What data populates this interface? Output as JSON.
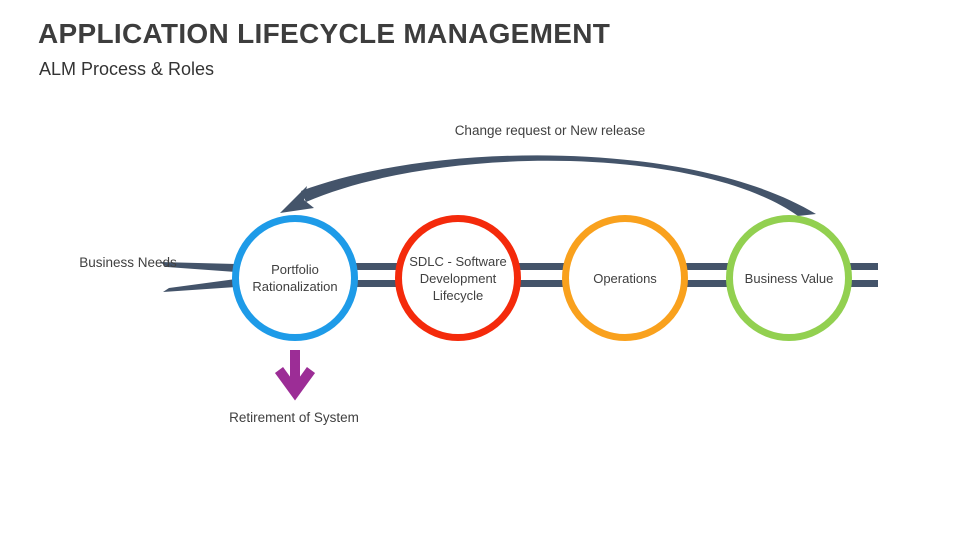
{
  "slide": {
    "title": "APPLICATION LIFECYCLE MANAGEMENT",
    "subtitle": "ALM Process & Roles"
  },
  "diagram": {
    "top_arrow_label": "Change request or New release",
    "left_label": "Business Needs",
    "bottom_label": "Retirement of System",
    "stages": [
      {
        "label": "Portfolio Rationalization",
        "color": "#1E9BE8"
      },
      {
        "label": "SDLC - Software Development Lifecycle",
        "color": "#F42A0B"
      },
      {
        "label": "Operations",
        "color": "#F9A11D"
      },
      {
        "label": "Business Value",
        "color": "#92D050"
      }
    ],
    "colors": {
      "connector": "#44546A",
      "retirement_arrow": "#9C2D96",
      "text": "#404040"
    }
  }
}
